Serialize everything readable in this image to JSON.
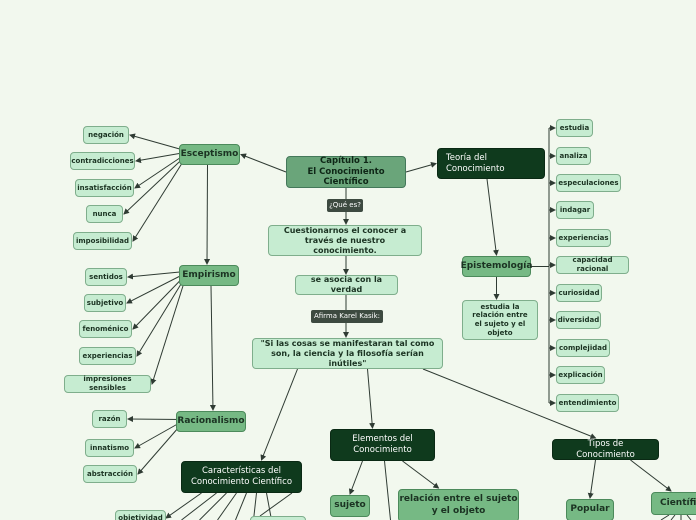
{
  "nodes": {
    "capitulo": "Capítulo 1.\nEl Conocimiento Científico",
    "que_es": "¿Qué es?",
    "cuestionarnos": "Cuestionarnos el conocer a través de nuestro conocimiento.",
    "asocia": "se asocia con la verdad",
    "afirma": "Afirma Karel Kasik:",
    "cita": "\"Si las cosas se manifestaran tal como son, la ciencia y la filosofía serían inútiles\"",
    "esceptismo": "Esceptismo",
    "empirismo": "Empirismo",
    "racionalismo": "Racionalismo",
    "caracteristicas": "Características del Conocimiento Científico",
    "elementos": "Elementos del Conocimiento",
    "sujeto": "sujeto",
    "relacion": "relación entre el sujeto y el objeto",
    "tipos": "Tipos de Conocimiento",
    "popular": "Popular",
    "cientifico": "Científico",
    "teoria": "Teoría del Conocimiento",
    "epistemologia": "Epistemología",
    "estudia_relacion": "estudia la relación entre el sujeto y el objeto",
    "objetividad": "objetividad"
  },
  "esceptismo_items": [
    "negación",
    "contradicciones",
    "insatisfacción",
    "nunca",
    "imposibilidad"
  ],
  "empirismo_items": [
    "sentidos",
    "subjetivo",
    "fenoménico",
    "experiencias",
    "impresiones sensibles"
  ],
  "racionalismo_items": [
    "razón",
    "innatismo",
    "abstracción"
  ],
  "epistemologia_items": [
    "estudia",
    "analiza",
    "especulaciones",
    "indagar",
    "experiencias",
    "capacidad racional",
    "curiosidad",
    "diversidad",
    "complejidad",
    "explicación",
    "entendimiento"
  ],
  "colors": {
    "background": "#f2f8ee",
    "leaf": "#c6ecd1",
    "mid": "#76b984",
    "dark": "#0f3a1d",
    "edge": "#2f3b33"
  }
}
